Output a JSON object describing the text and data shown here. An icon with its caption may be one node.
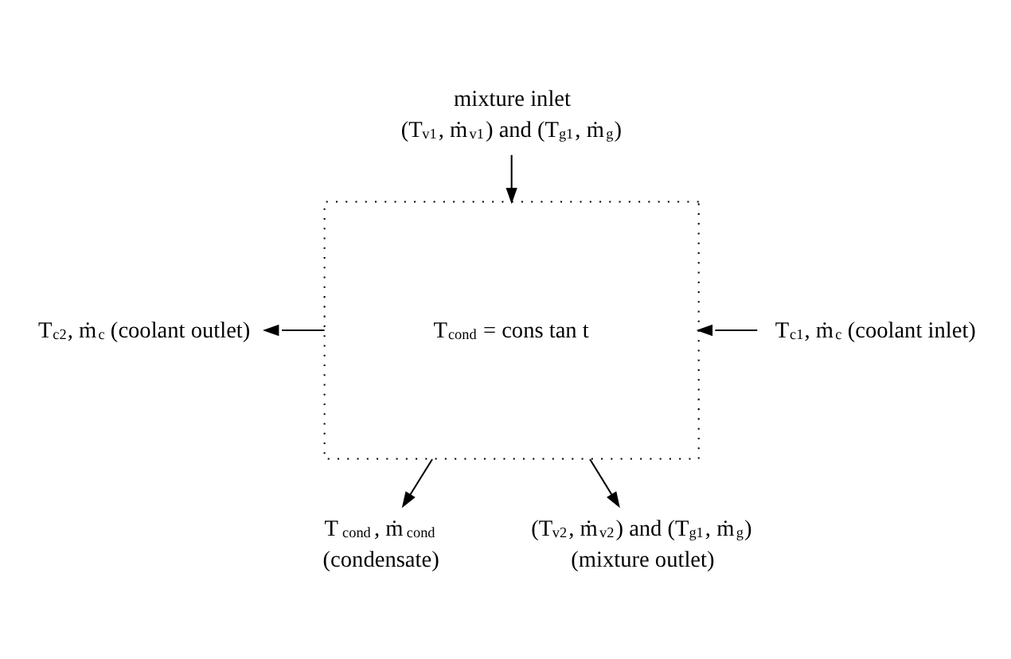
{
  "diagram": {
    "nodes": [
      {
        "text": [
          "mixture inlet",
          "(T$_{v1}$, ṁ$_{v1}$) and (T$_{g1}$, ṁ$_{g}$)"
        ]
      },
      {
        "text": [
          "T$_{cond}$ = cons tan t"
        ]
      },
      {
        "text": [
          "T$_{c2}$, ṁ$_{c}$ (coolant outlet)"
        ]
      },
      {
        "text": [
          "T$_{c1}$, ṁ$_{c}$ (coolant inlet)"
        ]
      },
      {
        "text": [
          "T$_{cond}$, ṁ$_{cond}$",
          "(condensate)"
        ]
      },
      {
        "text": [
          "(T$_{v2}$, ṁ$_{v2}$) and (T$_{g1}$, ṁ$_{g}$)",
          "(mixture outlet)"
        ]
      }
    ],
    "edges": [
      {
        "from": 0,
        "to": 1,
        "arrow": "to"
      },
      {
        "from": 1,
        "to": 2,
        "arrow": "to"
      },
      {
        "from": 3,
        "to": 1,
        "arrow": "to"
      },
      {
        "from": 1,
        "to": 4,
        "arrow": "to"
      },
      {
        "from": 1,
        "to": 5,
        "arrow": "to"
      }
    ]
  }
}
